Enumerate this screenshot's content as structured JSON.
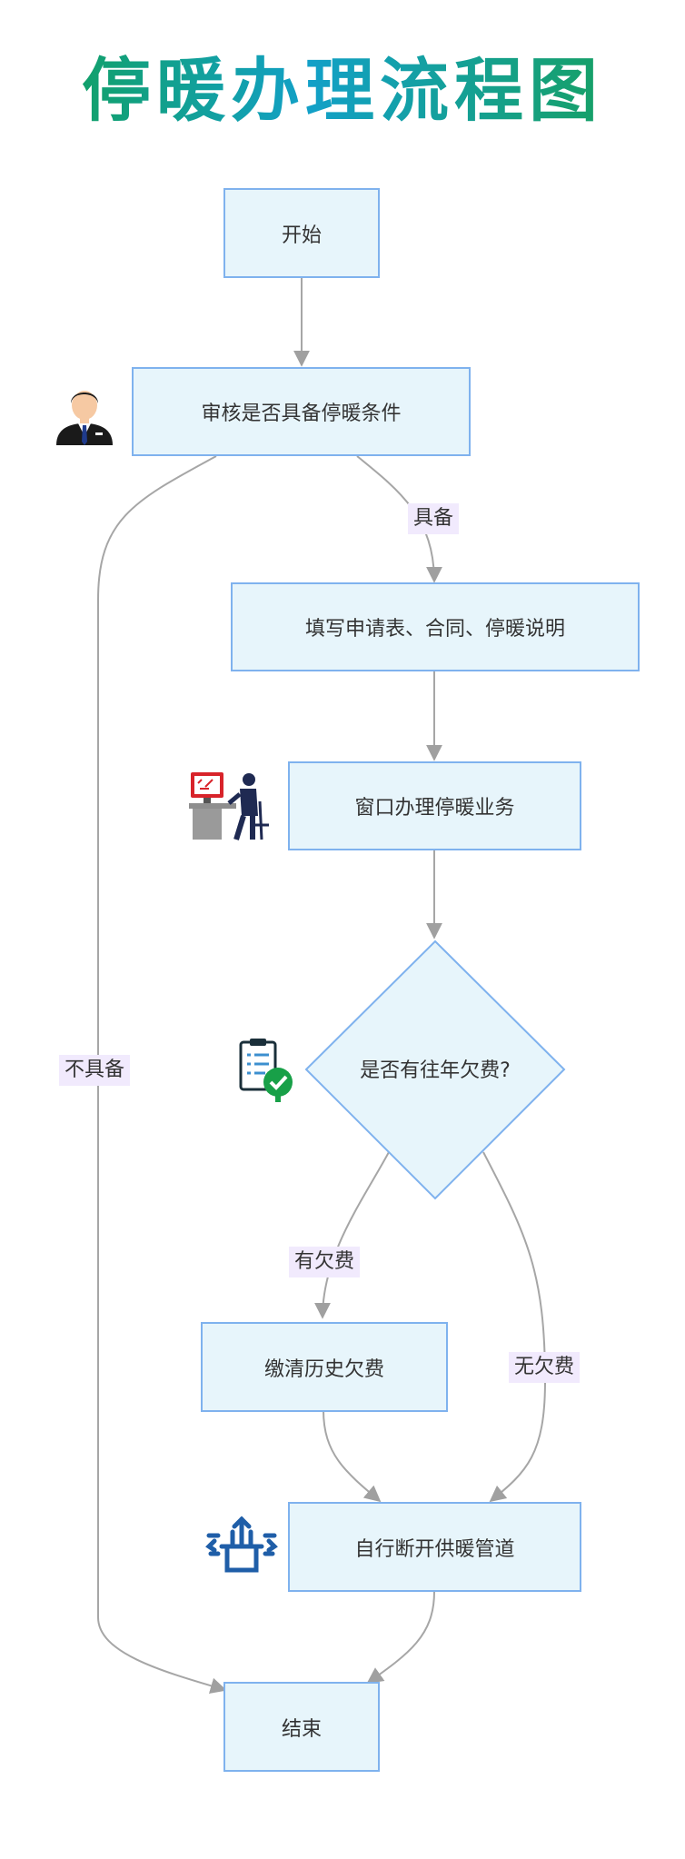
{
  "title": "停暖办理流程图",
  "nodes": {
    "start": "开始",
    "review": "审核是否具备停暖条件",
    "fill_forms": "填写申请表、合同、停暖说明",
    "window": "窗口办理停暖业务",
    "decision": "是否有往年欠费?",
    "pay": "缴清历史欠费",
    "disconnect": "自行断开供暖管道",
    "end": "结束"
  },
  "edge_labels": {
    "qualified": "具备",
    "not_qualified": "不具备",
    "has_arrears": "有欠费",
    "no_arrears": "无欠费"
  },
  "icons": [
    "staff-person-icon",
    "office-worker-computer-icon",
    "clipboard-check-icon",
    "pipe-valve-icon"
  ],
  "colors": {
    "node_fill": "#e7f5fb",
    "node_border": "#7fb2ee",
    "edge": "#a0a0a0",
    "label_bg": "#f1eafd"
  }
}
